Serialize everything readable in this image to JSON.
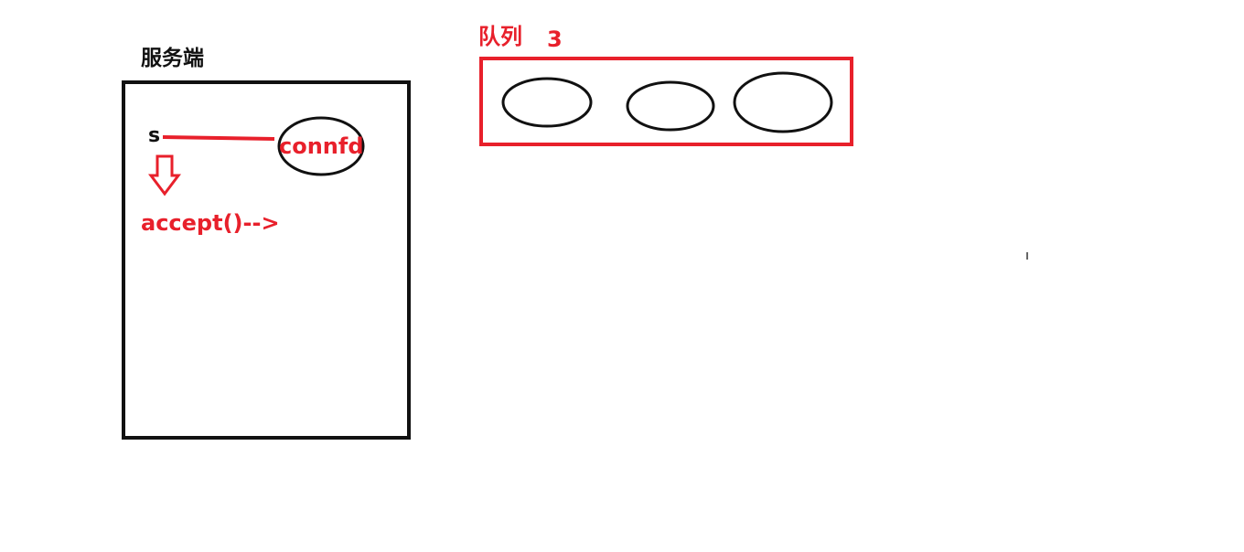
{
  "server": {
    "title": "服务端",
    "socket_label": "s",
    "connection_label": "connfd",
    "call_label": "accept()-->"
  },
  "queue": {
    "title": "队列",
    "capacity": "3",
    "slot_count": 3
  },
  "colors": {
    "ink": "#111111",
    "accent_red": "#e8202b",
    "background": "#ffffff"
  },
  "icons": {
    "down_arrow": "hollow-down-arrow-icon"
  }
}
